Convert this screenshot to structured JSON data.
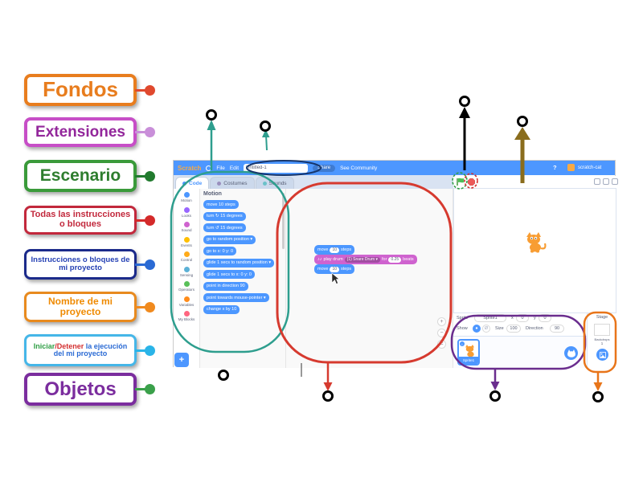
{
  "activity": {
    "labels": [
      {
        "text": "Fondos",
        "border_color": "#e87d1e",
        "text_color": "#e87d1e",
        "dot_color": "#e0492e"
      },
      {
        "text": "Extensiones",
        "border_color": "#c74ec7",
        "text_color": "#93279b",
        "dot_color": "#c98fd9"
      },
      {
        "text": "Escenario",
        "border_color": "#3a9a3a",
        "text_color": "#2e7d2e",
        "dot_color": "#217a2e"
      },
      {
        "text": "Todas las instrucciones o bloques",
        "border_color": "#c2283c",
        "text_color": "#c2283c",
        "dot_color": "#d42a2a"
      },
      {
        "text": "Instrucciones o bloques de mi proyecto",
        "border_color": "#1b2a8a",
        "text_color": "#2440b4",
        "dot_color": "#2a6ad4"
      },
      {
        "text": "Nombre de mi proyecto",
        "border_color": "#e88a1e",
        "text_color": "#ef8a00",
        "dot_color": "#f08a1e"
      },
      {
        "text": "Iniciar/Detener la ejecución del mi proyecto",
        "border_color": "#45b6e8",
        "dot_color": "#2ab4e8",
        "parts": [
          {
            "t": "Iniciar",
            "c": "#2e9e44"
          },
          {
            "t": "/Detener",
            "c": "#d32f2f"
          },
          {
            "t": " la ejecución del mi proyecto",
            "c": "#2a6ad4"
          }
        ]
      },
      {
        "text": "Objetos",
        "border_color": "#7b2d9e",
        "text_color": "#7b2d9e",
        "dot_color": "#3aa04a"
      }
    ]
  },
  "scratch": {
    "menu": {
      "logo": "Scratch",
      "file": "File",
      "edit": "Edit",
      "project_title": "Untitled-1",
      "share": "Share",
      "community": "See Community",
      "help": "?",
      "user": "scratch-cat"
    },
    "tabs": [
      {
        "label": "Code"
      },
      {
        "label": "Costumes"
      },
      {
        "label": "Sounds"
      }
    ],
    "categories": [
      {
        "name": "Motion",
        "color": "#4c97ff"
      },
      {
        "name": "Looks",
        "color": "#9966ff"
      },
      {
        "name": "Sound",
        "color": "#cf63cf"
      },
      {
        "name": "Events",
        "color": "#ffbf00"
      },
      {
        "name": "Control",
        "color": "#ffab19"
      },
      {
        "name": "Sensing",
        "color": "#5cb1d6"
      },
      {
        "name": "Operators",
        "color": "#59c059"
      },
      {
        "name": "Variables",
        "color": "#ff8c1a"
      },
      {
        "name": "My Blocks",
        "color": "#ff6680"
      }
    ],
    "palette": {
      "header": "Motion",
      "blocks": [
        "move 10 steps",
        "turn ↻ 15 degrees",
        "turn ↺ 15 degrees",
        "go to random position ▾",
        "go to x: 0 y: 0",
        "glide 1 secs to random position ▾",
        "glide 1 secs to x: 0 y: 0",
        "point in direction 90",
        "point towards mouse-pointer ▾",
        "change x by 10"
      ]
    },
    "script": {
      "block1": {
        "pre": "move",
        "val": "10",
        "post": "steps"
      },
      "block2": {
        "icon": "♪♪",
        "pre": "play drum",
        "dropdown": "(1) Snare Drum ▾",
        "mid": "for",
        "val": "0.25",
        "post": "beats"
      },
      "block3": {
        "pre": "move",
        "val": "10",
        "post": "steps"
      }
    },
    "zoom_controls": {
      "zoom_in": "+",
      "zoom_out": "−",
      "zoom_reset": "="
    },
    "sprite_panel": {
      "sprite_label": "Sprite",
      "sprite_name": "Sprite1",
      "x_label": "x",
      "x_value": "0",
      "y_label": "y",
      "y_value": "0",
      "show_label": "Show",
      "size_label": "Size",
      "size_value": "100",
      "direction_label": "Direction",
      "direction_value": "90",
      "sprite_card_name": "Sprite1"
    },
    "stage_panel": {
      "title": "Stage",
      "backdrops_label": "Backdrops",
      "backdrops_count": "1"
    }
  },
  "annotation_colors": {
    "palette_outline": "#2e9e8e",
    "code_outline": "#d63a2f",
    "sprite_outline": "#6a2d8e",
    "stage_outline": "#e8751a",
    "title_oval": "#16356b",
    "flag_circle": "#2e9e44",
    "stop_circle": "#d32f2f",
    "black_arrow": "#000000",
    "brown_arrow": "#8a6d1d",
    "target_ring": "#000000"
  }
}
